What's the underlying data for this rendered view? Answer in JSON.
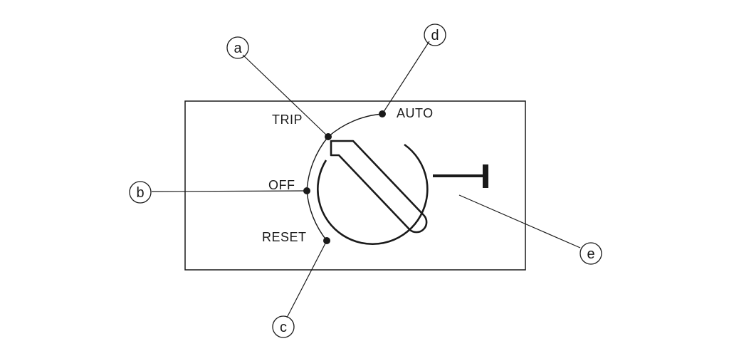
{
  "positions": {
    "trip": "TRIP",
    "auto": "AUTO",
    "off": "OFF",
    "reset": "RESET"
  },
  "callouts": {
    "a": "a",
    "b": "b",
    "c": "c",
    "d": "d",
    "e": "e"
  }
}
